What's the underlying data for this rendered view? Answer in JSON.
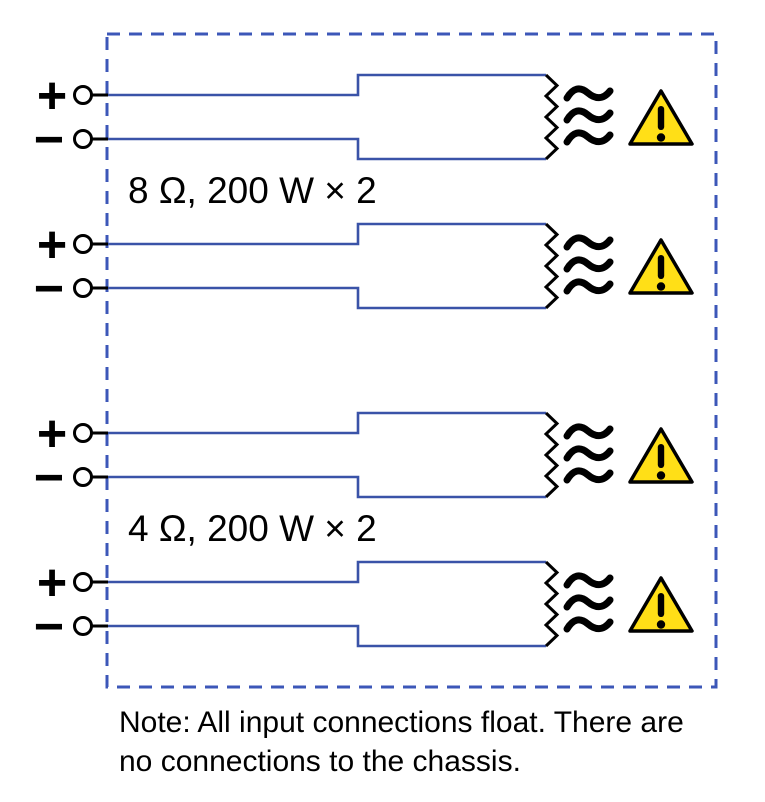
{
  "diagram": {
    "terminal_plus": "+",
    "terminal_minus": "−",
    "groups": [
      {
        "label": "8 Ω, 200 W × 2",
        "impedance_ohms": 8,
        "power_watts": 200,
        "load_count": 2
      },
      {
        "label": "4 Ω, 200 W × 2",
        "impedance_ohms": 4,
        "power_watts": 200,
        "load_count": 2
      }
    ],
    "note": {
      "line1": "Note: All input connections float. There are",
      "line2": "no connections to the chassis."
    },
    "icons": {
      "heat": "heat-waves-icon",
      "warning": "warning-triangle-icon",
      "terminal": "open-circle-terminal"
    },
    "colors": {
      "wire_blue": "#3A53A8",
      "boundary_blue": "#3C57B8",
      "warning_yellow": "#FFDF17",
      "line_black": "#000000"
    }
  }
}
